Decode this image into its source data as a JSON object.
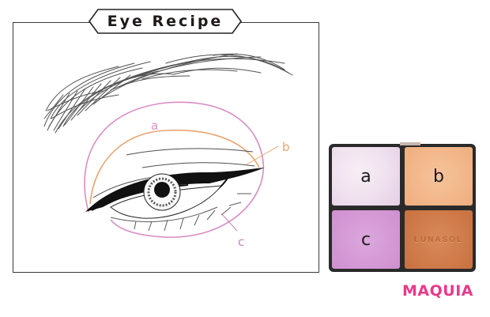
{
  "title": "Eye Recipe",
  "diagram": {
    "labels": {
      "a": "a",
      "b": "b",
      "c": "c"
    },
    "colors": {
      "zone_a_outer_arc": "#d98cc4",
      "zone_b_line": "#e9a36e",
      "zone_c_arc": "#c784c0",
      "ink": "#1a1a1a"
    }
  },
  "palette": {
    "pans": [
      {
        "id": "a",
        "label": "a",
        "color": "#efe0ee"
      },
      {
        "id": "b",
        "label": "b",
        "color": "#f3b889"
      },
      {
        "id": "c",
        "label": "c",
        "color": "#d59bd6"
      },
      {
        "id": "d",
        "label": "",
        "engraving": "LUNASOL",
        "color": "#cf7b4b"
      }
    ]
  },
  "brand": {
    "name": "MAQUIA",
    "color": "#e8398a"
  }
}
